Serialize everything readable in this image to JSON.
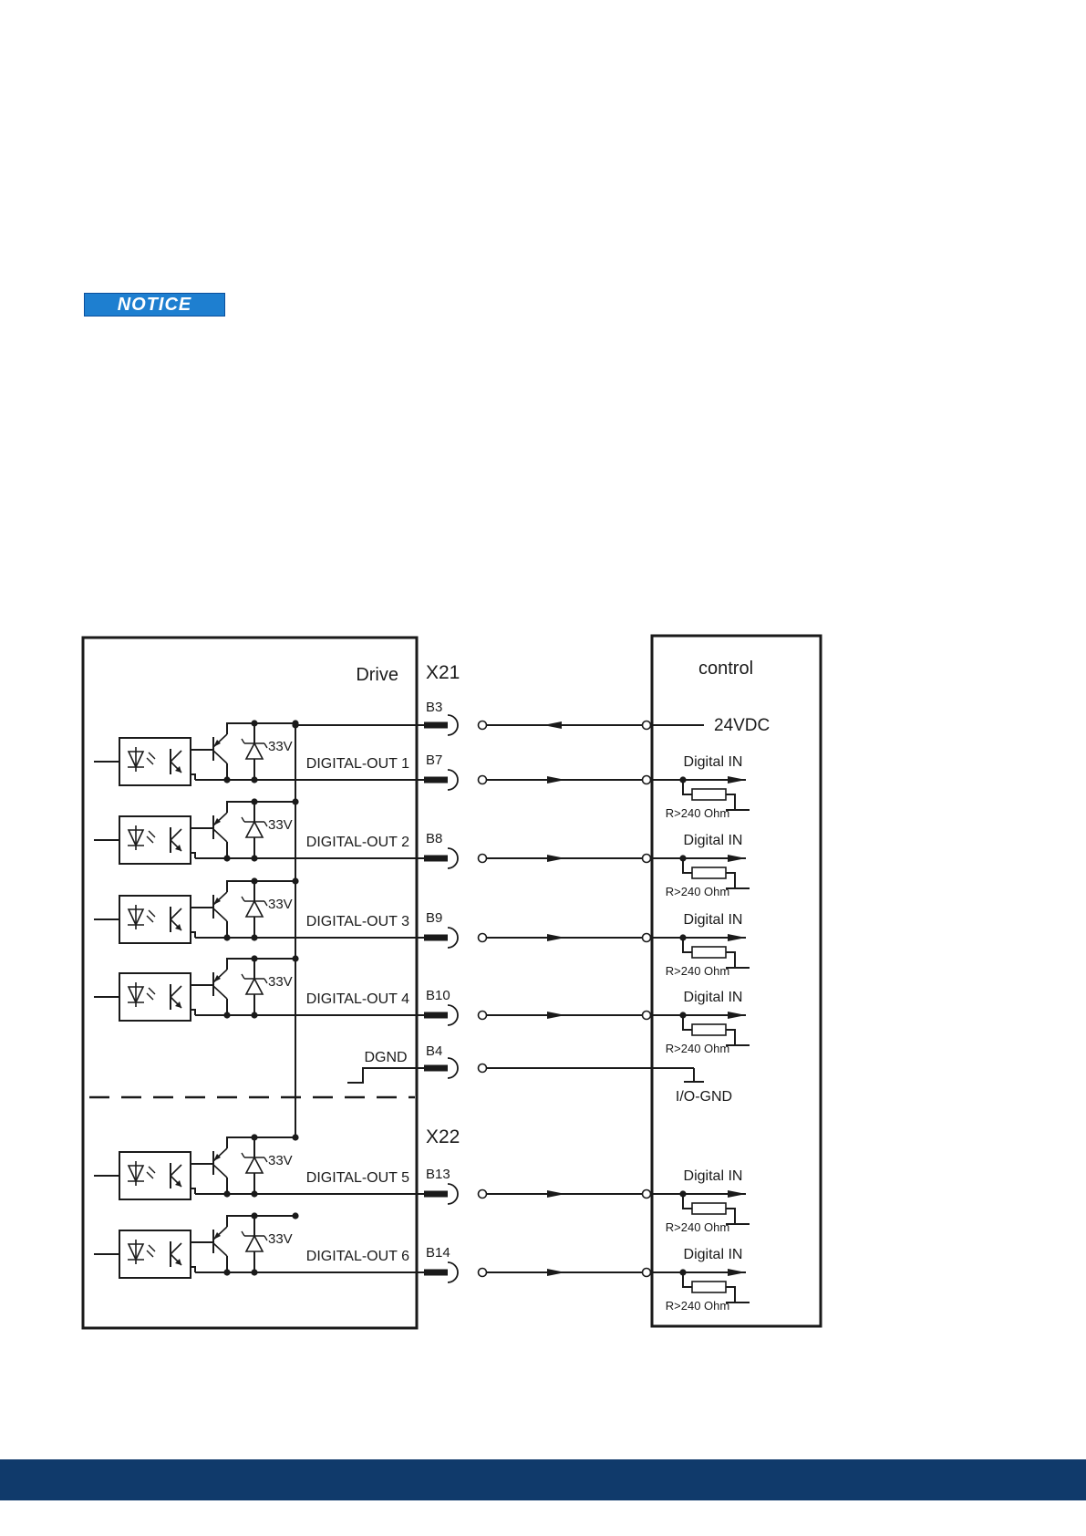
{
  "colors": {
    "notice_bg": "#1e7fd0",
    "footer": "#103a6b",
    "line": "#1a1a1a",
    "background": "#ffffff"
  },
  "notice": {
    "label": "NOTICE"
  },
  "diagram": {
    "drive_label": "Drive",
    "control_label": "control",
    "connector_x21": "X21",
    "connector_x22": "X22",
    "supply_pin": "B3",
    "supply_label": "24VDC",
    "zener_label": "33V",
    "ground_pin": "B4",
    "ground_drive_label": "DGND",
    "ground_control_label": "I/O-GND",
    "outputs": [
      {
        "name": "DIGITAL-OUT 1",
        "pin": "B7",
        "input": "Digital IN",
        "load": "R>240 Ohm"
      },
      {
        "name": "DIGITAL-OUT 2",
        "pin": "B8",
        "input": "Digital IN",
        "load": "R>240 Ohm"
      },
      {
        "name": "DIGITAL-OUT 3",
        "pin": "B9",
        "input": "Digital IN",
        "load": "R>240 Ohm"
      },
      {
        "name": "DIGITAL-OUT 4",
        "pin": "B10",
        "input": "Digital IN",
        "load": "R>240 Ohm"
      },
      {
        "name": "DIGITAL-OUT 5",
        "pin": "B13",
        "input": "Digital IN",
        "load": "R>240 Ohm"
      },
      {
        "name": "DIGITAL-OUT 6",
        "pin": "B14",
        "input": "Digital IN",
        "load": "R>240 Ohm"
      }
    ]
  }
}
